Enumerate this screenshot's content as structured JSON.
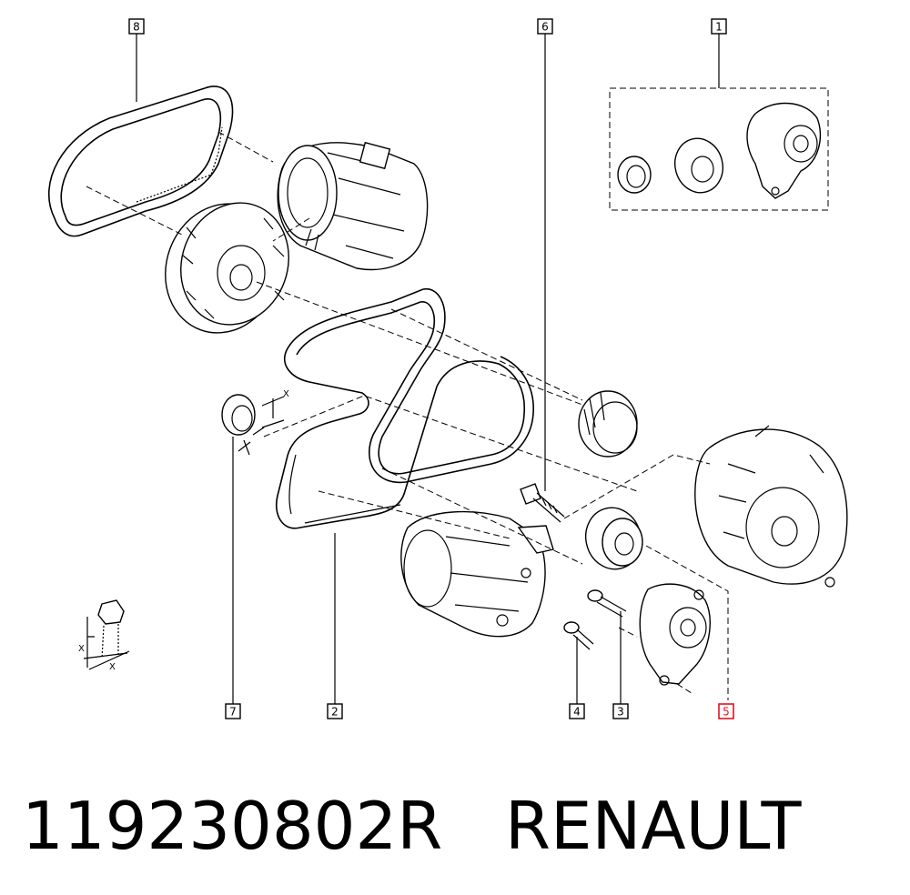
{
  "callouts": [
    {
      "id": "8",
      "label": "8"
    },
    {
      "id": "6",
      "label": "6"
    },
    {
      "id": "1",
      "label": "1"
    },
    {
      "id": "7",
      "label": "7"
    },
    {
      "id": "2",
      "label": "2"
    },
    {
      "id": "4",
      "label": "4"
    },
    {
      "id": "3",
      "label": "3"
    },
    {
      "id": "5",
      "label": "5",
      "highlighted": true
    }
  ],
  "dimension_labels": {
    "x_top": "X",
    "x_side": "X",
    "x_bottom": "X"
  },
  "caption": {
    "part_number": "119230802R",
    "brand": "RENAULT"
  },
  "colors": {
    "ink": "#000000",
    "highlight": "#e0141e",
    "background": "#ffffff"
  }
}
